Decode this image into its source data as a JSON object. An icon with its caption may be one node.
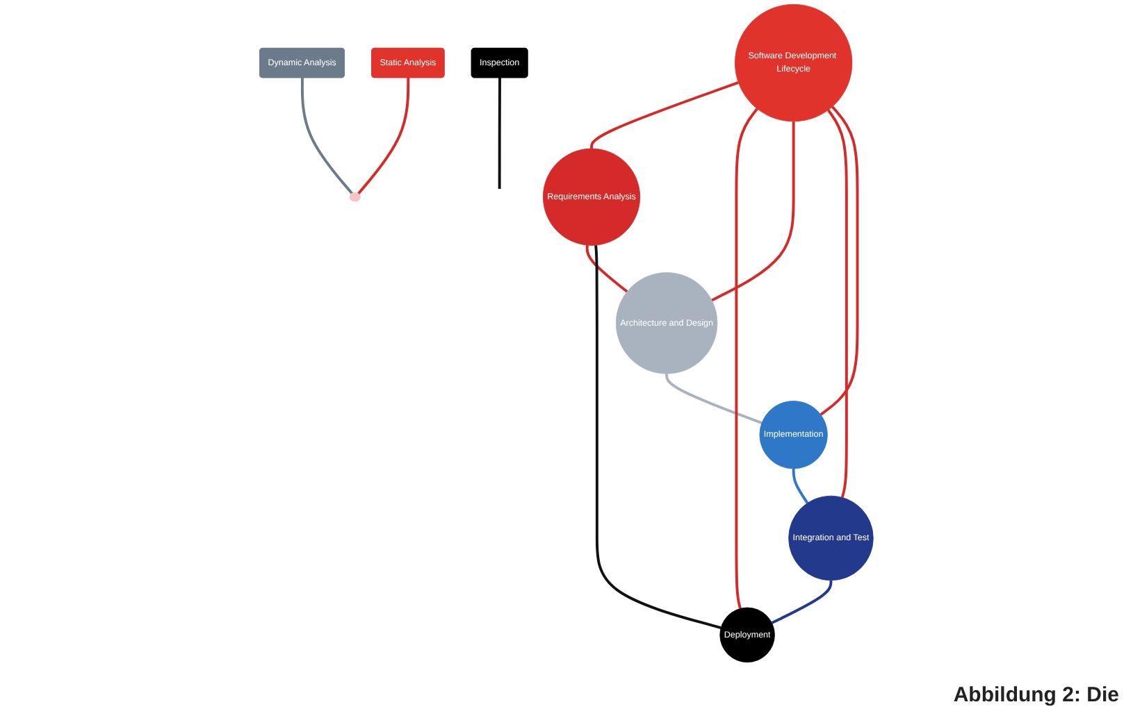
{
  "diagram": {
    "caption": "Abbildung 2: Die",
    "nodes": [
      {
        "text": [
          "Requirements Analysis"
        ]
      },
      {
        "text": [
          "Inspection"
        ]
      },
      {
        "text": [
          "Deployment"
        ]
      },
      {
        "text": [
          "Architecture and Design"
        ]
      },
      {
        "text": [
          "Software Development Lifecycle"
        ]
      },
      {
        "text": [
          "Dynamic Analysis"
        ]
      },
      {
        "text": [
          "Static Analysis"
        ]
      },
      {
        "text": [],
        "shape": "band"
      },
      {
        "text": [
          "Integration and Test"
        ]
      },
      {
        "text": [
          "Implementation"
        ]
      }
    ],
    "edges": [
      {
        "from": 0,
        "to": 3,
        "arrow": "none",
        "color": "#d42a2a"
      },
      {
        "from": 3,
        "to": 9,
        "arrow": "none",
        "color": "#a9b3c0"
      },
      {
        "from": 9,
        "to": 8,
        "arrow": "none",
        "color": "#2f78c8"
      },
      {
        "from": 8,
        "to": 2,
        "arrow": "none",
        "color": "#233a8c"
      },
      {
        "from": 2,
        "to": 0,
        "arrow": "none",
        "color": "#111111"
      },
      {
        "from": 4,
        "to": 0,
        "arrow": "none",
        "color": "#d42a2a"
      },
      {
        "from": 4,
        "to": 2,
        "arrow": "none",
        "color": "#d42a2a"
      },
      {
        "from": 4,
        "to": 3,
        "arrow": "none",
        "color": "#d42a2a"
      },
      {
        "from": 4,
        "to": 8,
        "arrow": "none",
        "color": "#d42a2a"
      },
      {
        "from": 4,
        "to": 9,
        "arrow": "none",
        "color": "#d42a2a"
      },
      {
        "from": 1,
        "to": null,
        "arrow": "none",
        "color": "#111111"
      },
      {
        "from": 5,
        "to": 7,
        "arrow": "none",
        "color": "#6b7b8c"
      },
      {
        "from": 6,
        "to": 7,
        "arrow": "none",
        "color": "#d42a2a"
      }
    ]
  }
}
